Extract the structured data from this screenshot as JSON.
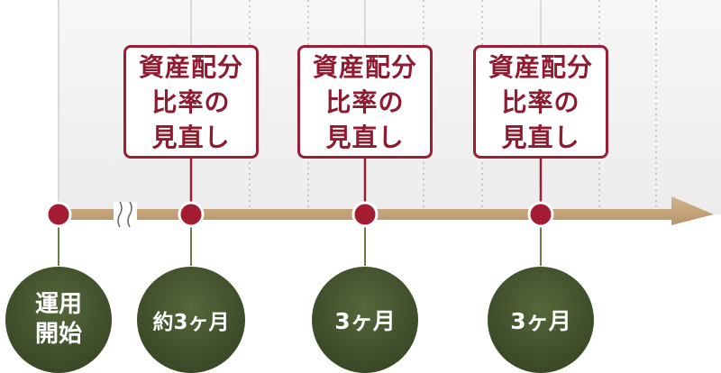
{
  "timeline": {
    "rebalance_label": "資産配分\n比率の\n見直し",
    "points": [
      {
        "label": "運用\n開始"
      },
      {
        "label": "約3ヶ月"
      },
      {
        "label": "3ヶ月"
      },
      {
        "label": "3ヶ月"
      }
    ]
  },
  "colors": {
    "accent_red": "#9a1f34",
    "dot_red": "#a51d32",
    "circle_green": "#3f4e2b",
    "arrow_tan": "#c4a27a",
    "background_shade": "#f3f3f3"
  }
}
